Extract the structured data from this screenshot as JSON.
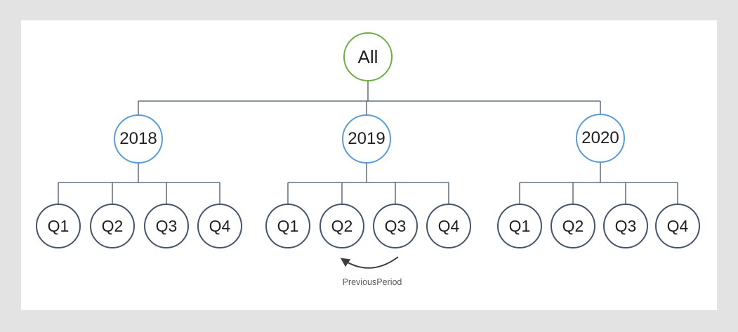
{
  "colors": {
    "page-bg": "#e3e3e3",
    "surface-bg": "#ffffff",
    "connector": "#44546A",
    "root-border": "#70AD47",
    "year-border": "#5B9BD5",
    "quarter-border": "#44546A",
    "node-text": "#1f1f1f",
    "arrow": "#3d3d3d",
    "label-text": "#595959"
  },
  "tree": {
    "root": {
      "label": "All"
    },
    "years": [
      {
        "label": "2018",
        "quarters": [
          "Q1",
          "Q2",
          "Q3",
          "Q4"
        ]
      },
      {
        "label": "2019",
        "quarters": [
          "Q1",
          "Q2",
          "Q3",
          "Q4"
        ]
      },
      {
        "label": "2020",
        "quarters": [
          "Q1",
          "Q2",
          "Q3",
          "Q4"
        ]
      }
    ]
  },
  "annotation": {
    "label": "PreviousPeriod"
  }
}
